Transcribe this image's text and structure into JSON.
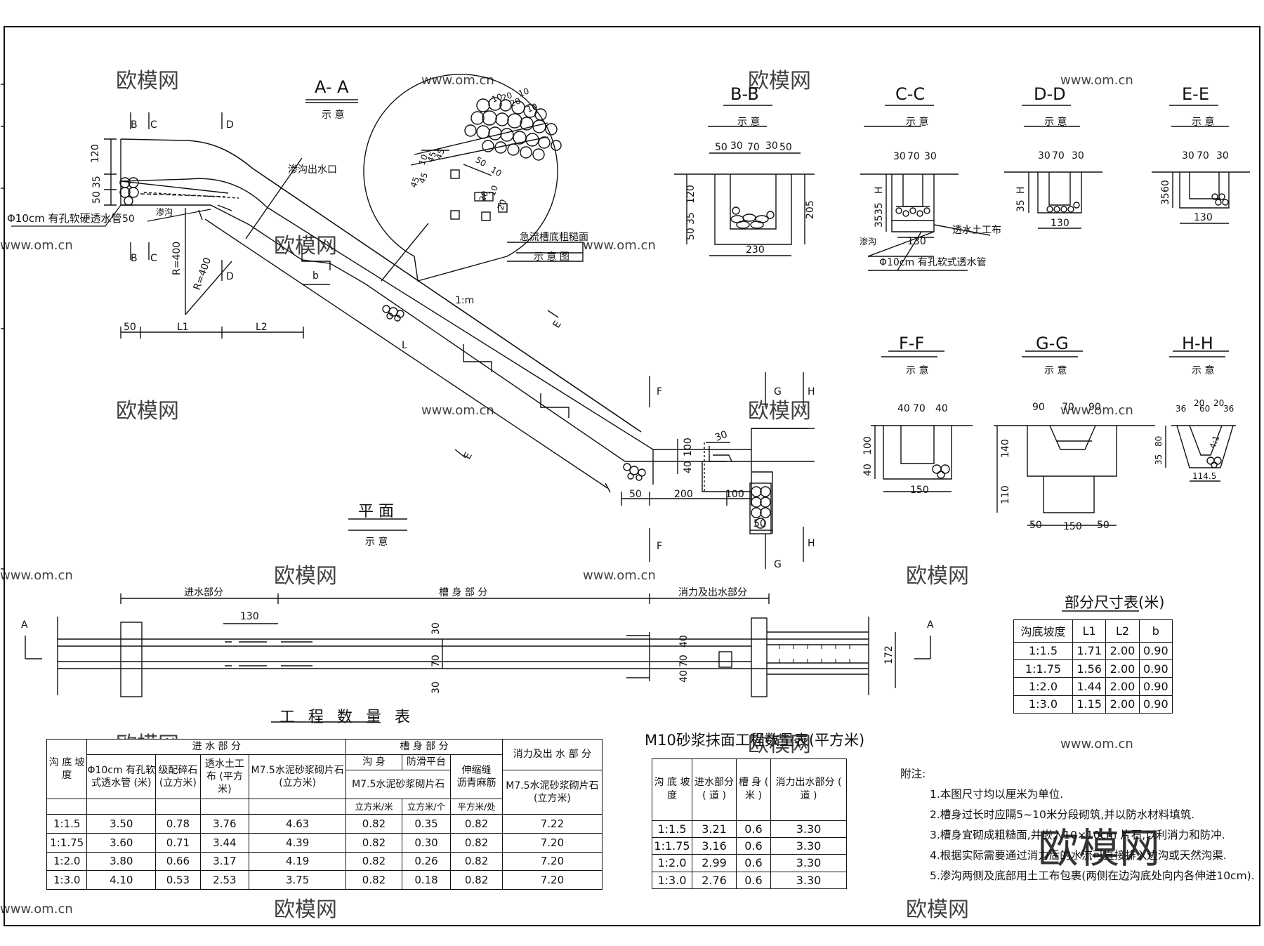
{
  "section_titles": {
    "aa": "A- A",
    "bb": "B-B",
    "cc": "C-C",
    "dd": "D-D",
    "ee": "E-E",
    "ff": "F-F",
    "gg": "G-G",
    "hh": "H-H",
    "plan": "平 面",
    "schematic": "示 意"
  },
  "aa_labels": {
    "d50a": "50",
    "d120": "120",
    "d35": "35",
    "d50b": "50",
    "d50c": "50",
    "pipe": "Φ10cm 有孔软硬透水管",
    "seep": "渗沟",
    "outlet": "渗沟出水口",
    "r1": "R=400",
    "r2": "R=400",
    "b": "b",
    "slope": "1:m",
    "len": "L",
    "L1": "L1",
    "L2": "L2",
    "d50d": "50",
    "e": "E",
    "d100": "100",
    "d40": "40",
    "d30": "30",
    "d200": "200",
    "d100b": "100",
    "d50e": "50",
    "d50f": "50",
    "B": "B",
    "C": "C",
    "D": "D",
    "F": "F",
    "G": "G",
    "H": "H"
  },
  "detail_labels": {
    "n10a": "10",
    "n10b": "10",
    "n20a": "20",
    "n20b": "20",
    "n10c": "10",
    "n50": "50",
    "n10d": "10",
    "n45a": "45",
    "n45b": "45",
    "n45c": "45",
    "n45d": "45",
    "n10e": "10",
    "n20c": "20",
    "n10f": "10",
    "n20d": "20",
    "title": "急流槽底粗糙面",
    "sub": "示 意 图"
  },
  "bb_labels": {
    "a": "50",
    "b": "30",
    "c": "70",
    "d": "30",
    "e": "50",
    "f": "120",
    "g": "35",
    "h": "50",
    "i": "205",
    "j": "230"
  },
  "cc_labels": {
    "a": "30",
    "b": "70",
    "c": "30",
    "d": "H",
    "e": "35",
    "f": "35",
    "g": "130",
    "geo": "透水土工布",
    "seep": "渗沟",
    "pipe": "Φ10cm 有孔软式透水管"
  },
  "dd_labels": {
    "a": "30",
    "b": "70",
    "c": "30",
    "d": "H",
    "e": "35",
    "f": "130"
  },
  "ee_labels": {
    "a": "30",
    "b": "70",
    "c": "30",
    "d": "35",
    "e": "60",
    "f": "130"
  },
  "ff_labels": {
    "a": "40",
    "b": "70",
    "c": "40",
    "d": "100",
    "e": "40",
    "f": "150"
  },
  "gg_labels": {
    "a": "90",
    "b": "70",
    "c": "90",
    "d": "140",
    "e": "110",
    "f": "50",
    "g": "150",
    "h": "50"
  },
  "hh_labels": {
    "a": "36",
    "b": "20",
    "c": "60",
    "d": "20",
    "e": "36",
    "f": "80",
    "g": "35",
    "h": "4:1",
    "i": "114.5"
  },
  "plan_labels": {
    "inlet": "进水部分",
    "body": "槽 身 部 分",
    "outlet": "消力及出水部分",
    "d130": "130",
    "d30a": "30",
    "d70a": "70",
    "d30b": "30",
    "d40a": "40",
    "d70b": "70",
    "d40b": "40",
    "d172": "172",
    "A": "A"
  },
  "watermark": {
    "brand": "欧模网",
    "url": "www.om.cn"
  },
  "engineering_table": {
    "title": "工 程 数 量 表",
    "h_slope": "沟 底 坡 度",
    "h_inlet": "进 水 部 分",
    "h_body": "槽 身 部 分",
    "h_outlet": "消力及出 水 部 分",
    "h_pipe": "Φ10cm 有孔软式透水管 (米)",
    "h_gravel": "级配碎石 (立方米)",
    "h_geo": "透水土工布 (平方米)",
    "h_masonry": "M7.5水泥砂浆砌片石 (立方米)",
    "h_channel": "沟 身",
    "h_anti": "防滑平台",
    "h_joint": "伸缩缝",
    "h_m75": "M7.5水泥砂浆砌片石",
    "h_asphalt": "沥青麻筋",
    "h_outm75": "M7.5水泥砂浆砌片石 (立方米)",
    "u1": "立方米/米",
    "u2": "立方米/个",
    "u3": "平方米/处",
    "rows": [
      [
        "1:1.5",
        "3.50",
        "0.78",
        "3.76",
        "4.63",
        "0.82",
        "0.35",
        "0.82",
        "7.22"
      ],
      [
        "1:1.75",
        "3.60",
        "0.71",
        "3.44",
        "4.39",
        "0.82",
        "0.30",
        "0.82",
        "7.20"
      ],
      [
        "1:2.0",
        "3.80",
        "0.66",
        "3.17",
        "4.19",
        "0.82",
        "0.26",
        "0.82",
        "7.20"
      ],
      [
        "1:3.0",
        "4.10",
        "0.53",
        "2.53",
        "3.75",
        "0.82",
        "0.18",
        "0.82",
        "7.20"
      ]
    ]
  },
  "m10_table": {
    "title": "M10砂浆抹面工程数量表(平方米)",
    "h_slope": "沟 底 坡 度",
    "h_inlet": "进水部分 ( 道 )",
    "h_body": "槽 身 ( 米 )",
    "h_outlet": "消力出水部分 ( 道 )",
    "rows": [
      [
        "1:1.5",
        "3.21",
        "0.6",
        "3.30"
      ],
      [
        "1:1.75",
        "3.16",
        "0.6",
        "3.30"
      ],
      [
        "1:2.0",
        "2.99",
        "0.6",
        "3.30"
      ],
      [
        "1:3.0",
        "2.76",
        "0.6",
        "3.30"
      ]
    ]
  },
  "dim_table": {
    "title": "部分尺寸表(米)",
    "headers": [
      "沟底坡度",
      "L1",
      "L2",
      "b"
    ],
    "rows": [
      [
        "1:1.5",
        "1.71",
        "2.00",
        "0.90"
      ],
      [
        "1:1.75",
        "1.56",
        "2.00",
        "0.90"
      ],
      [
        "1:2.0",
        "1.44",
        "2.00",
        "0.90"
      ],
      [
        "1:3.0",
        "1.15",
        "2.00",
        "0.90"
      ]
    ]
  },
  "notes": {
    "heading": "附注:",
    "items": [
      "1.本图尺寸均以厘米为单位.",
      "2.槽身过长时应隔5~10米分段砌筑,并以防水材料填筑.",
      "3.槽身宜砌成粗糙面,并嵌入10×10cm 片石,以利消力和防冲.",
      "4.根据实际需要通过消力后的水流可直接排入边沟或天然沟渠.",
      "5.渗沟两侧及底部用土工布包裹(两侧在边沟底处向内各伸进10cm)."
    ]
  }
}
